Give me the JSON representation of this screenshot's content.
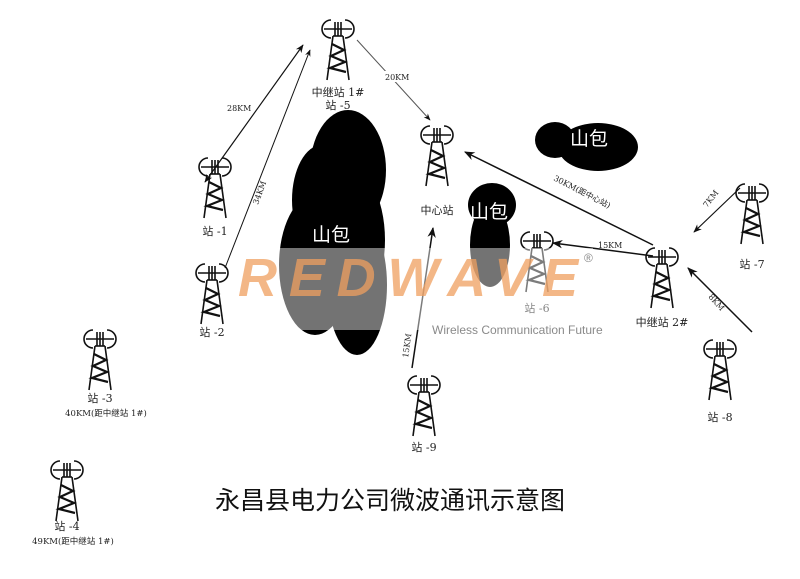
{
  "title": "永昌县电力公司微波通讯示意图",
  "mountain_label": "山包",
  "stations": [
    {
      "id": "relay1",
      "label": "中继站 1#",
      "sub": "站 -5"
    },
    {
      "id": "s1",
      "label": "站 -1"
    },
    {
      "id": "s2",
      "label": "站 -2"
    },
    {
      "id": "center",
      "label": "中心站"
    },
    {
      "id": "s6",
      "label": "站 -6"
    },
    {
      "id": "relay2",
      "label": "中继站 2#"
    },
    {
      "id": "s7",
      "label": "站 -7"
    },
    {
      "id": "s8",
      "label": "站 -8"
    },
    {
      "id": "s9",
      "label": "站 -9"
    },
    {
      "id": "s3",
      "label": "站 -3",
      "sub": "40KM(距中继站 1#)"
    },
    {
      "id": "s4",
      "label": "站 -4",
      "sub": "49KM(距中继站 1#)"
    }
  ],
  "links": [
    {
      "id": "relay1-s1",
      "label": "28KM"
    },
    {
      "id": "s2-relay1",
      "label": "34KM"
    },
    {
      "id": "relay1-center",
      "label": "20KM"
    },
    {
      "id": "relay2-center",
      "label": "30KM(距中心站)"
    },
    {
      "id": "relay2-s6",
      "label": "15KM"
    },
    {
      "id": "s7-relay2",
      "label": "7KM"
    },
    {
      "id": "s8-relay2",
      "label": "8KM"
    },
    {
      "id": "s9-center",
      "label": "15KM"
    }
  ],
  "watermark": {
    "brand": "REDWAVE",
    "tagline": "Wireless Communication Future",
    "mark": "®"
  },
  "colors": {
    "mountain": "#000000",
    "watermark": "#f0a060",
    "line": "#111111"
  }
}
